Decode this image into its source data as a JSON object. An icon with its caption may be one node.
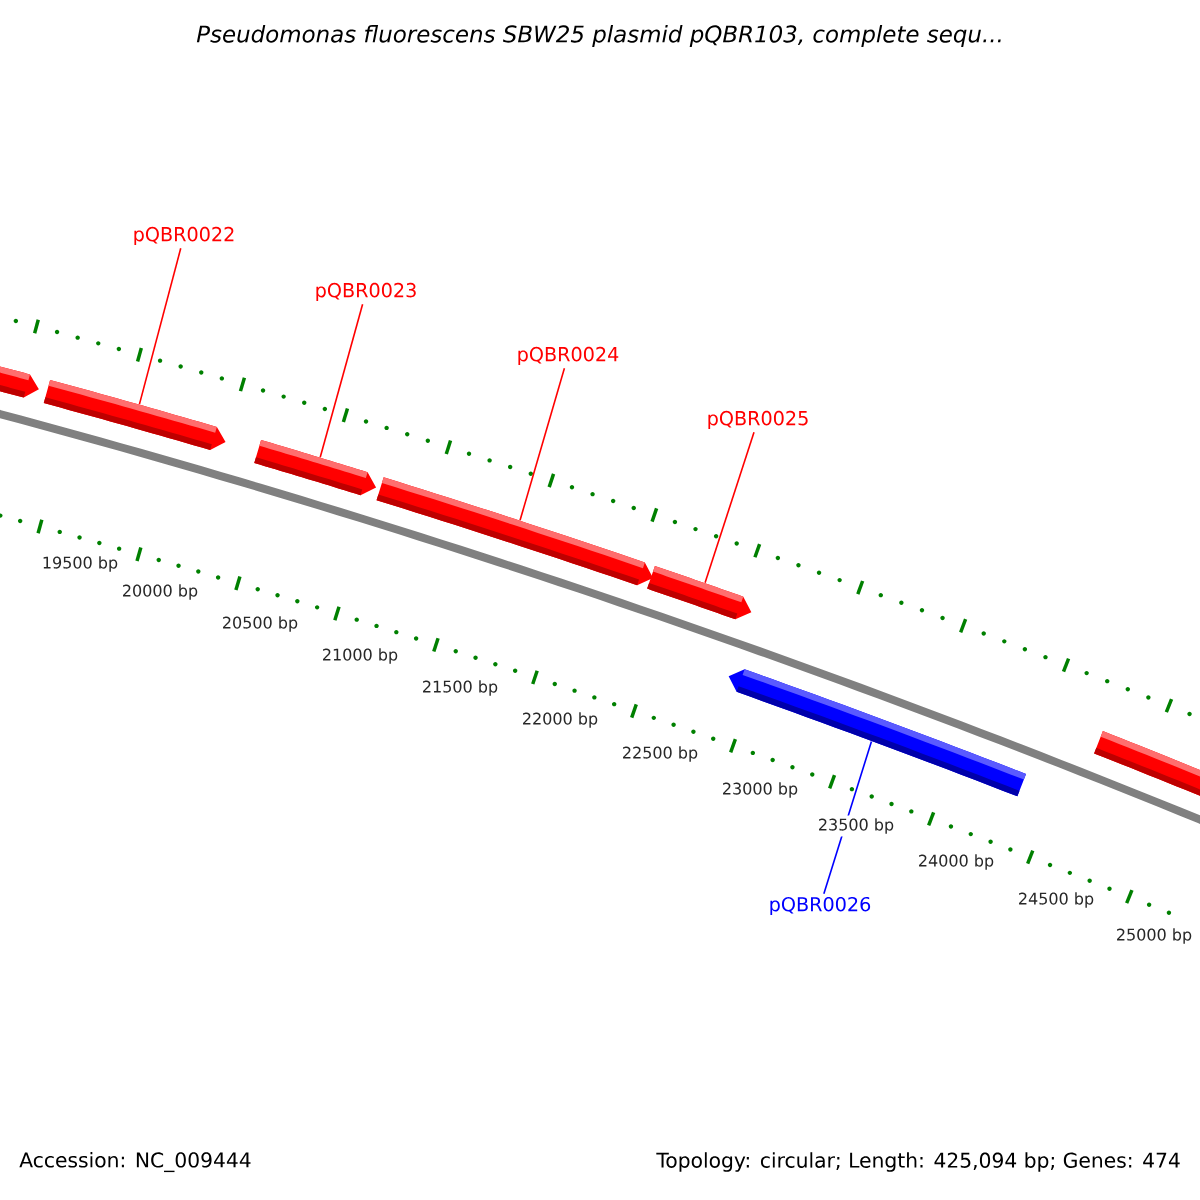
{
  "diagram": {
    "title": "Pseudomonas fluorescens SBW25 plasmid pQBR103, complete sequ...",
    "nodes": [
      {
        "text": [
          "pQBR0022"
        ]
      },
      {
        "text": [
          "pQBR0023"
        ]
      },
      {
        "text": [
          "pQBR0024"
        ]
      },
      {
        "text": [
          "pQBR0025"
        ]
      },
      {
        "text": [],
        "shape": "arrow"
      },
      {
        "text": [],
        "shape": "arrow"
      },
      {
        "text": [],
        "shape": "arrow"
      },
      {
        "text": [],
        "shape": "arrow"
      },
      {
        "text": [],
        "shape": "arrow"
      },
      {
        "text": [],
        "shape": "arrow"
      },
      {
        "text": [],
        "shape": "arrow"
      },
      {
        "text": [
          "pQBR0026"
        ]
      }
    ],
    "edges": [
      {
        "from": 0,
        "to": 5,
        "arrow": "none"
      },
      {
        "from": 1,
        "to": 6,
        "arrow": "none"
      },
      {
        "from": 2,
        "to": 7,
        "arrow": "none"
      },
      {
        "from": 3,
        "to": 8,
        "arrow": "none"
      },
      {
        "from": 11,
        "to": 9,
        "arrow": "none",
        "color": "#0000ff"
      }
    ],
    "labels": [
      "19500 bp",
      "20000 bp",
      "20500 bp",
      "21000 bp",
      "21500 bp",
      "22000 bp",
      "22500 bp",
      "23000 bp",
      "23500 bp",
      "24000 bp",
      "24500 bp",
      "25000 bp",
      "Accession: NC_009444",
      "Topology: circular; Length: 425,094 bp; Genes: 474"
    ]
  }
}
